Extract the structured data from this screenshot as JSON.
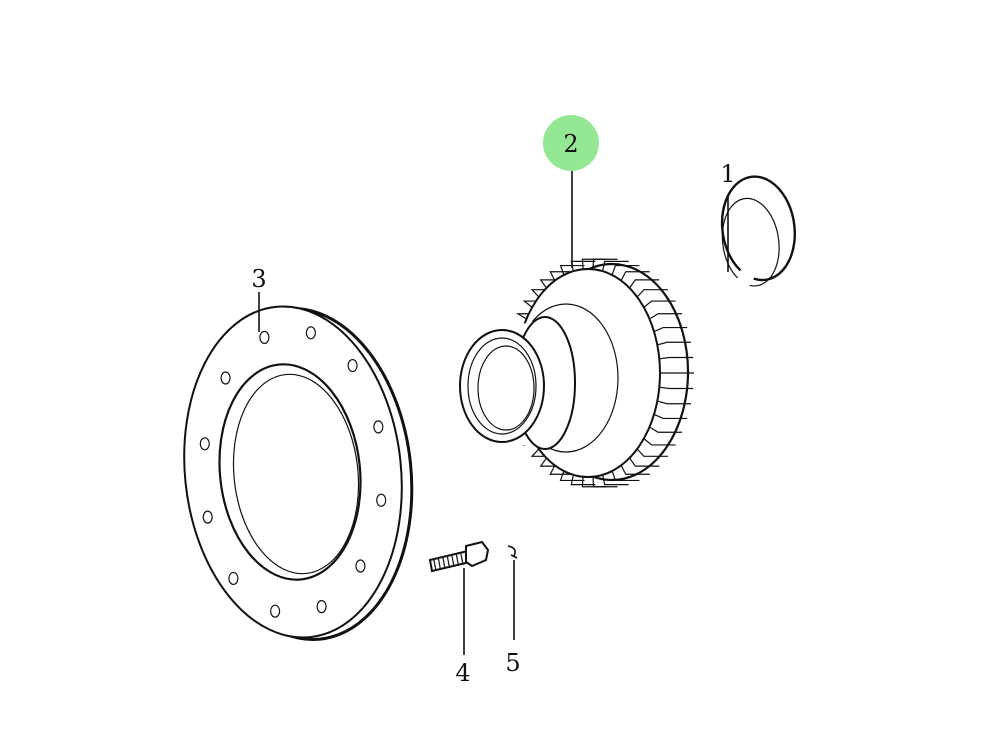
{
  "colors": {
    "highlight": "#94e894",
    "line": "#111111"
  },
  "callouts": [
    {
      "number": "1",
      "part": "snap-ring",
      "highlighted": false
    },
    {
      "number": "2",
      "part": "gear",
      "highlighted": true
    },
    {
      "number": "3",
      "part": "flange-plate",
      "highlighted": false
    },
    {
      "number": "4",
      "part": "bolt",
      "highlighted": false
    },
    {
      "number": "5",
      "part": "washer",
      "highlighted": false
    }
  ]
}
